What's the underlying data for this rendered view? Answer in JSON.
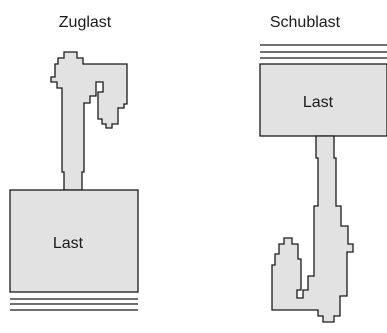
{
  "labels": {
    "pull_title": "Zuglast",
    "push_title": "Schublast",
    "pull_load": "Last",
    "push_load": "Last"
  }
}
